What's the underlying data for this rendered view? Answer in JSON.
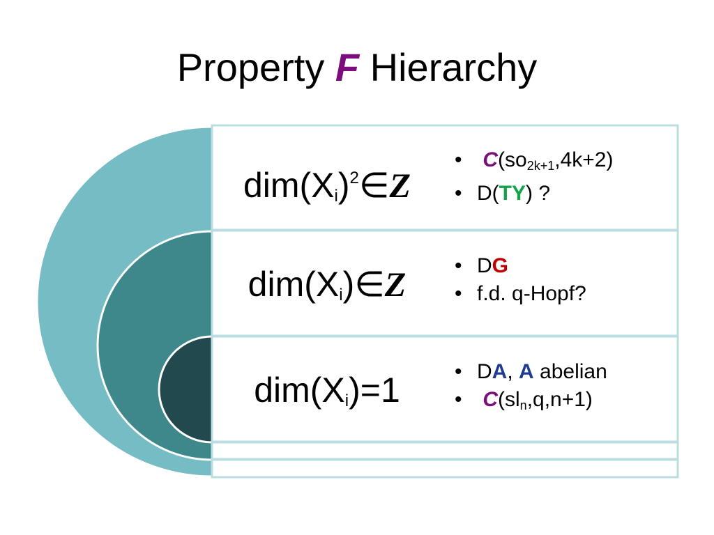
{
  "title": {
    "before": "Property",
    "italic_letter": "F",
    "after": "Hierarchy"
  },
  "rows": [
    {
      "label": {
        "prefix": "dim(X",
        "sub": "i",
        "mid": ")",
        "sup": "2",
        "relation": "∈",
        "set": "Z"
      },
      "bullets": [
        {
          "letter": "C",
          "open": "(so",
          "sub": "2k+1",
          "rest": ",4k+2)"
        },
        {
          "prefix": "D(",
          "highlight": "TY",
          "suffix": ") ?"
        }
      ]
    },
    {
      "label": {
        "prefix": "dim(X",
        "sub": "i",
        "mid": ")",
        "relation": "∈",
        "set": "Z"
      },
      "bullets": [
        {
          "prefix": "D",
          "highlight": "G"
        },
        {
          "text": "f.d. q-Hopf?"
        }
      ]
    },
    {
      "label": {
        "prefix": "dim(X",
        "sub": "i",
        "mid": ")=1"
      },
      "bullets": [
        {
          "prefix": "D",
          "highlight1": "A",
          "sep": ", ",
          "highlight2": "A",
          "suffix": " abelian"
        },
        {
          "letter": "C",
          "open": "(sl",
          "sub": "n",
          "rest": ",q,n+1)"
        }
      ]
    }
  ],
  "colors": {
    "outer_arc": "#76bcc4",
    "middle_arc": "#3e878b",
    "inner_arc": "#22494d",
    "frame": "#b9dde1",
    "accent_purple": "#7b0e7b",
    "accent_green": "#14a24b",
    "accent_red": "#c00000",
    "accent_blue": "#1f3b8f"
  }
}
